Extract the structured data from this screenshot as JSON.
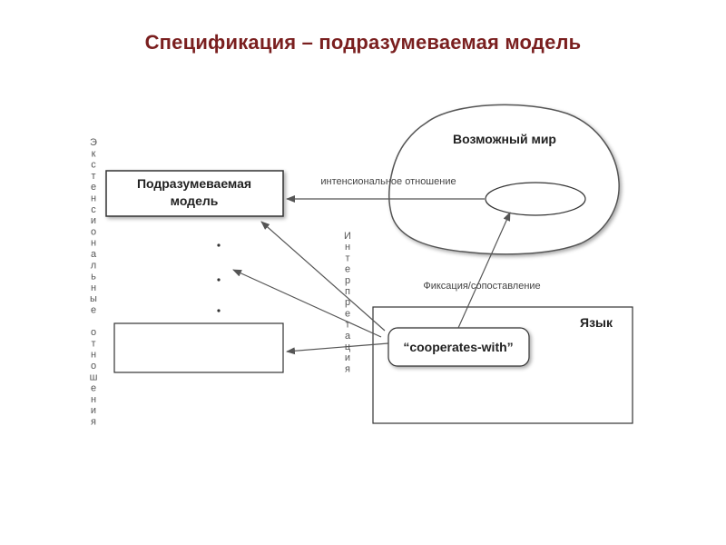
{
  "slide": {
    "title": "Спецификация – подразумеваемая модель"
  },
  "diagram": {
    "model_box_line1": "Подразумеваемая",
    "model_box_line2": "модель",
    "world_label": "Возможный мир",
    "language_label": "Язык",
    "term_label": "“cooperates-with”",
    "intensional_label": "интенсиональное отношение",
    "fixation_label": "Фиксация/сопоставление",
    "extensional_vertical": "Экстенсиональные отношения",
    "interpretation_vertical": "Интерпретация",
    "ellipsis_dots": ". . ."
  },
  "colors": {
    "title": "#7a1f1f",
    "stroke": "#555555",
    "cloud_shadow": "#9a9a9a"
  }
}
